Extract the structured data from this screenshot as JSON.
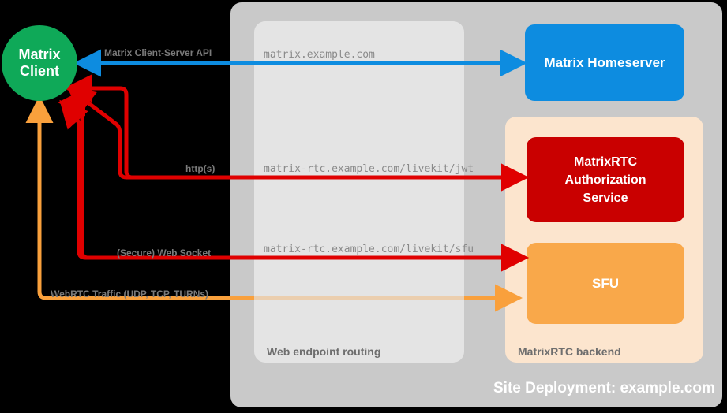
{
  "diagram": {
    "title": "Site Deployment: example.com",
    "background_color": "#000000"
  },
  "containers": {
    "site": {
      "label": "Site Deployment: example.com",
      "color": "#c9c9c9"
    },
    "web_routing": {
      "label": "Web endpoint routing",
      "color": "#e4e4e4"
    },
    "rtc_backend": {
      "label": "MatrixRTC backend",
      "color": "#fce5ce"
    }
  },
  "nodes": {
    "client": {
      "label_line1": "Matrix",
      "label_line2": "Client",
      "color": "#0fa958",
      "shape": "circle"
    },
    "homeserver": {
      "label": "Matrix Homeserver",
      "color": "#0d8ce0",
      "shape": "rounded-rect"
    },
    "auth_service": {
      "label_line1": "MatrixRTC",
      "label_line2": "Authorization",
      "label_line3": "Service",
      "color": "#c90000",
      "shape": "rounded-rect"
    },
    "sfu": {
      "label": "SFU",
      "color": "#f9a council",
      "shape": "rounded-rect"
    }
  },
  "endpoints": [
    {
      "text": "matrix.example.com"
    },
    {
      "text": "matrix-rtc.example.com/livekit/jwt"
    },
    {
      "text": "matrix-rtc.example.com/livekit/sfu"
    }
  ],
  "edges": [
    {
      "label": "Matrix Client-Server API",
      "color": "#0d8ce0",
      "direction": "bidirectional"
    },
    {
      "label": "http(s)",
      "color": "#e00000",
      "direction": "bidirectional"
    },
    {
      "label": "(Secure) Web Socket",
      "color": "#e00000",
      "direction": "bidirectional"
    },
    {
      "label": "WebRTC Traffic (UDP, TCP, TURNs)",
      "color": "#f9a03c",
      "direction": "bidirectional"
    }
  ],
  "colors": {
    "green": "#0fa958",
    "blue": "#0d8ce0",
    "red": "#e00000",
    "dark_red": "#c90000",
    "orange": "#f9a03c",
    "orange_fill": "#f9a84a",
    "peach": "#fce5ce",
    "gray_outer": "#c9c9c9",
    "gray_inner": "#e4e4e4",
    "label_gray": "#7a7a7a"
  }
}
